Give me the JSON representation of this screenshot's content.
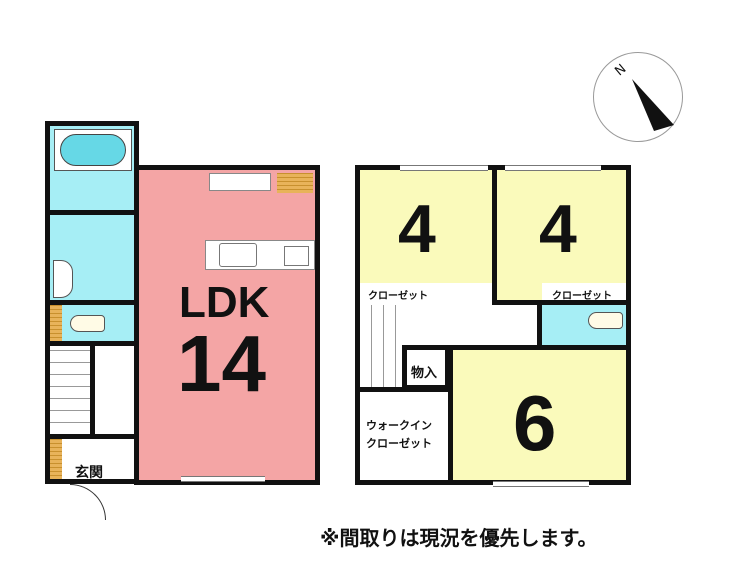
{
  "floor1": {
    "ldk_label": "LDK",
    "ldk_size": "14",
    "entrance_label": "玄関"
  },
  "floor2": {
    "bedroom_a_size": "4",
    "bedroom_b_size": "4",
    "bedroom_c_size": "6",
    "closet_a_label": "クローゼット",
    "closet_b_label": "クローゼット",
    "storage_label": "物入",
    "walkin_line1": "ウォークイン",
    "walkin_line2": "クローゼット"
  },
  "compass": {
    "label": "N"
  },
  "note": "※間取りは現況を優先します。",
  "colors": {
    "ldk": "#f4a5a5",
    "bedroom": "#fafabb",
    "wet": "#a6eef5"
  }
}
